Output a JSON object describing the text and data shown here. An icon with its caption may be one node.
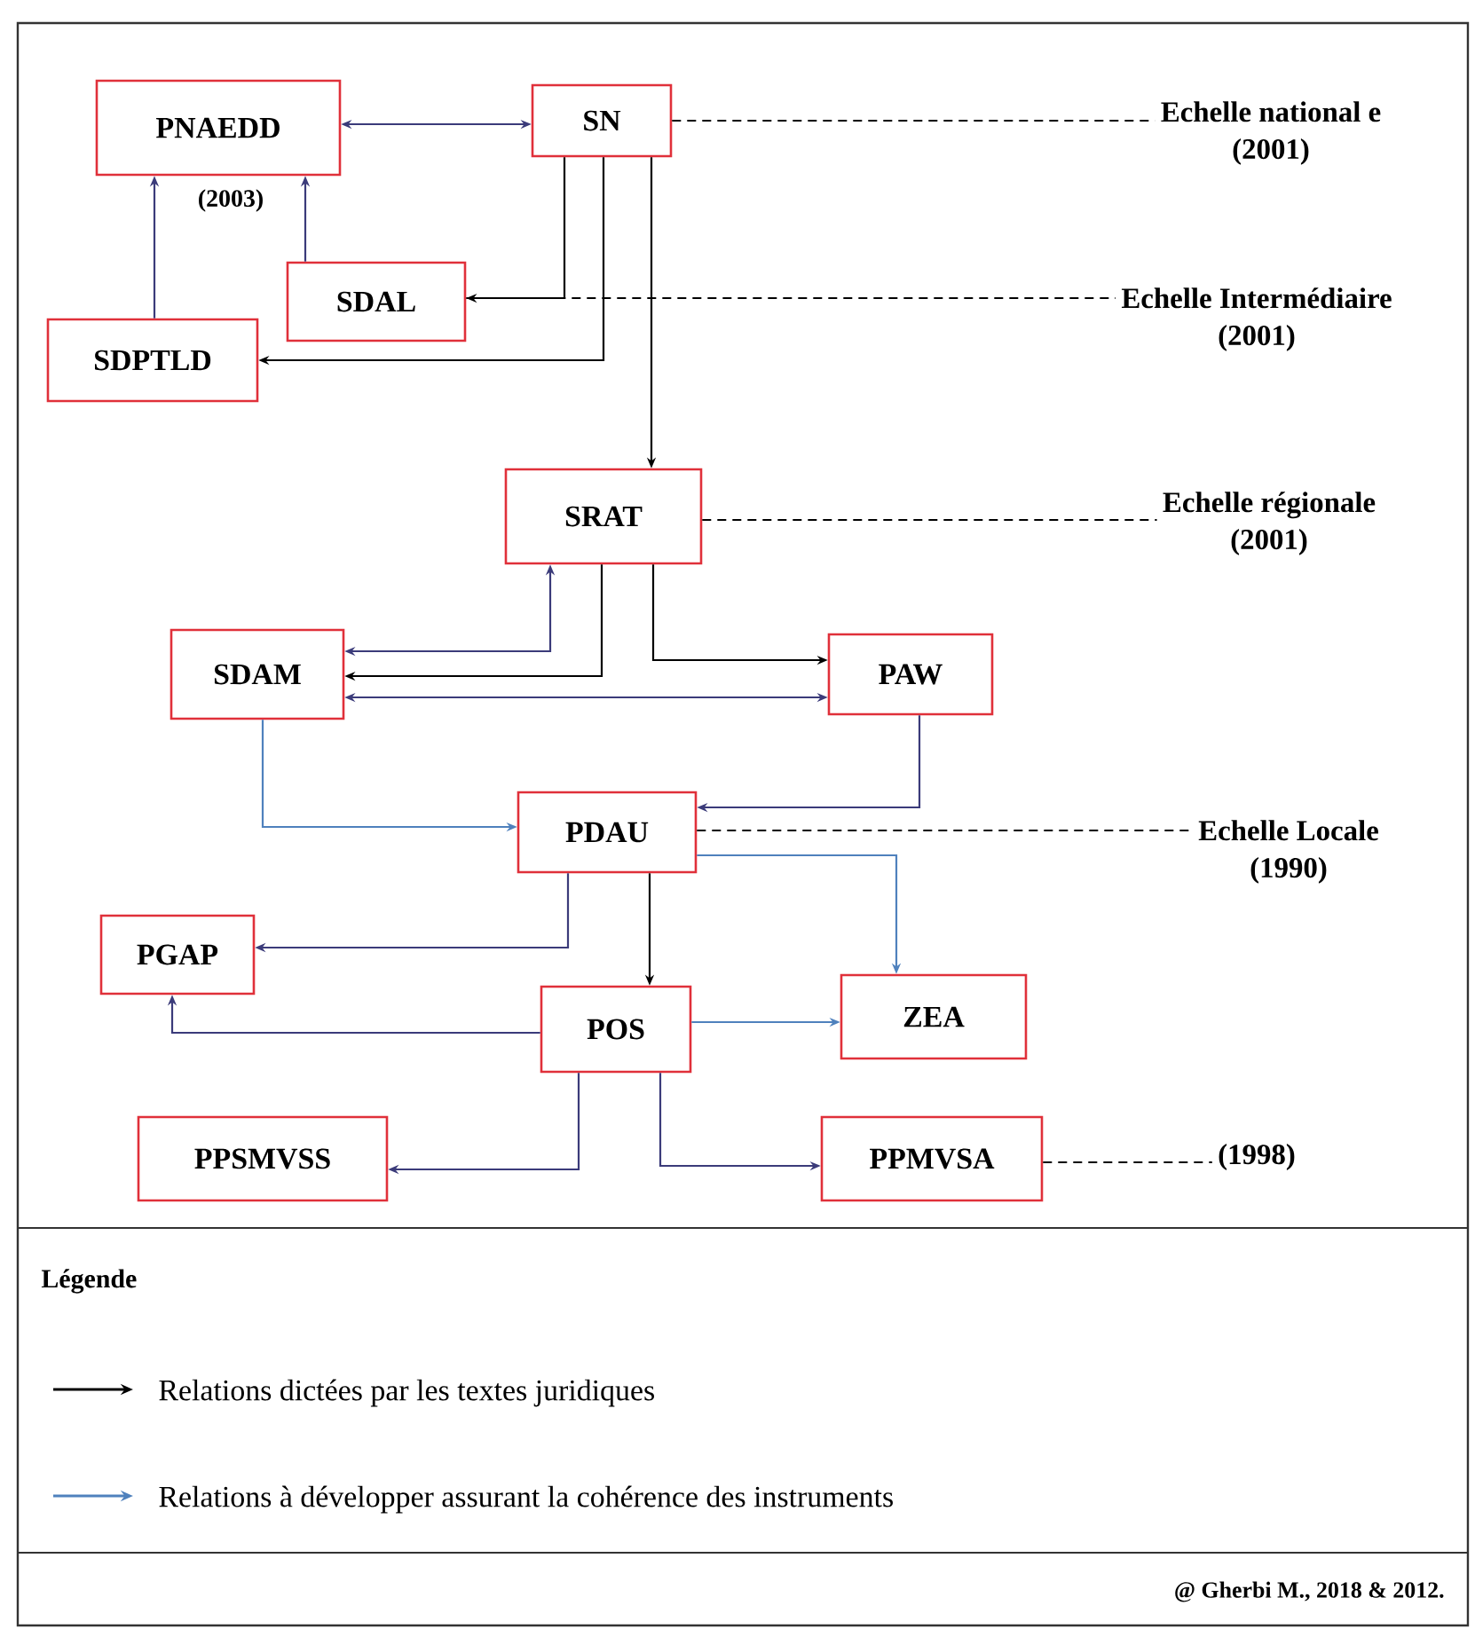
{
  "diagram": {
    "nodes": [
      {
        "text": [
          "PNAEDD"
        ],
        "beside": [
          "(2003)"
        ]
      },
      {
        "text": [
          "SN"
        ]
      },
      {
        "text": [
          "SDAL"
        ]
      },
      {
        "text": [
          "SDPTLD"
        ]
      },
      {
        "text": [
          "SRAT"
        ]
      },
      {
        "text": [
          "SDAM"
        ]
      },
      {
        "text": [
          "PAW"
        ]
      },
      {
        "text": [
          "PDAU"
        ]
      },
      {
        "text": [
          "PGAP"
        ]
      },
      {
        "text": [
          "POS"
        ]
      },
      {
        "text": [
          "ZEA"
        ]
      },
      {
        "text": [
          "PPSMVSS"
        ]
      },
      {
        "text": [
          "PPMVSA"
        ]
      },
      {
        "text": [
          "Echelle national e",
          "(2001)"
        ]
      },
      {
        "text": [
          "Echelle Intermédiaire",
          "(2001)"
        ]
      },
      {
        "text": [
          "Echelle régionale",
          "(2001)"
        ]
      },
      {
        "text": [
          "Echelle Locale",
          "(1990)"
        ]
      },
      {
        "text": [
          "(1998)"
        ]
      }
    ],
    "edges": [
      {
        "from": 0,
        "to": 1,
        "arrow": "both",
        "color": "#3b3b7a"
      },
      {
        "from": 3,
        "to": 0,
        "arrow": "to",
        "color": "#3b3b7a"
      },
      {
        "from": 2,
        "to": 0,
        "arrow": "to",
        "color": "#3b3b7a"
      },
      {
        "from": 1,
        "to": 2,
        "arrow": "to"
      },
      {
        "from": 1,
        "to": 3,
        "arrow": "to"
      },
      {
        "from": 1,
        "to": 4,
        "arrow": "to"
      },
      {
        "from": 5,
        "to": 4,
        "arrow": "both",
        "color": "#3b3b7a"
      },
      {
        "from": 4,
        "to": 5,
        "arrow": "to"
      },
      {
        "from": 4,
        "to": 6,
        "arrow": "to"
      },
      {
        "from": 5,
        "to": 6,
        "arrow": "both",
        "color": "#3b3b7a"
      },
      {
        "from": 5,
        "to": 7,
        "arrow": "to",
        "color": "#4f81bd"
      },
      {
        "from": 6,
        "to": 7,
        "arrow": "to",
        "color": "#3b3b7a"
      },
      {
        "from": 7,
        "to": 10,
        "arrow": "to",
        "color": "#4f81bd"
      },
      {
        "from": 7,
        "to": 8,
        "arrow": "to",
        "color": "#3b3b7a"
      },
      {
        "from": 7,
        "to": 9,
        "arrow": "to"
      },
      {
        "from": 9,
        "to": 8,
        "arrow": "to",
        "color": "#3b3b7a"
      },
      {
        "from": 9,
        "to": 10,
        "arrow": "to",
        "color": "#4f81bd"
      },
      {
        "from": 9,
        "to": 11,
        "arrow": "to",
        "color": "#3b3b7a"
      },
      {
        "from": 9,
        "to": 12,
        "arrow": "to",
        "color": "#3b3b7a"
      },
      {
        "from": 1,
        "to": 13,
        "arrow": "none",
        "style": "dashed"
      },
      {
        "from": 2,
        "to": 14,
        "arrow": "none",
        "style": "dashed"
      },
      {
        "from": 4,
        "to": 15,
        "arrow": "none",
        "style": "dashed"
      },
      {
        "from": 7,
        "to": 16,
        "arrow": "none",
        "style": "dashed"
      },
      {
        "from": 12,
        "to": 17,
        "arrow": "none",
        "style": "dashed"
      }
    ],
    "labels": [
      "Légende",
      "@ Gherbi M., 2018 & 2012."
    ],
    "legend": [
      {
        "text": "Relations dictées par les textes juridiques"
      },
      {
        "text": "Relations à développer assurant la cohérence des instruments"
      }
    ]
  }
}
